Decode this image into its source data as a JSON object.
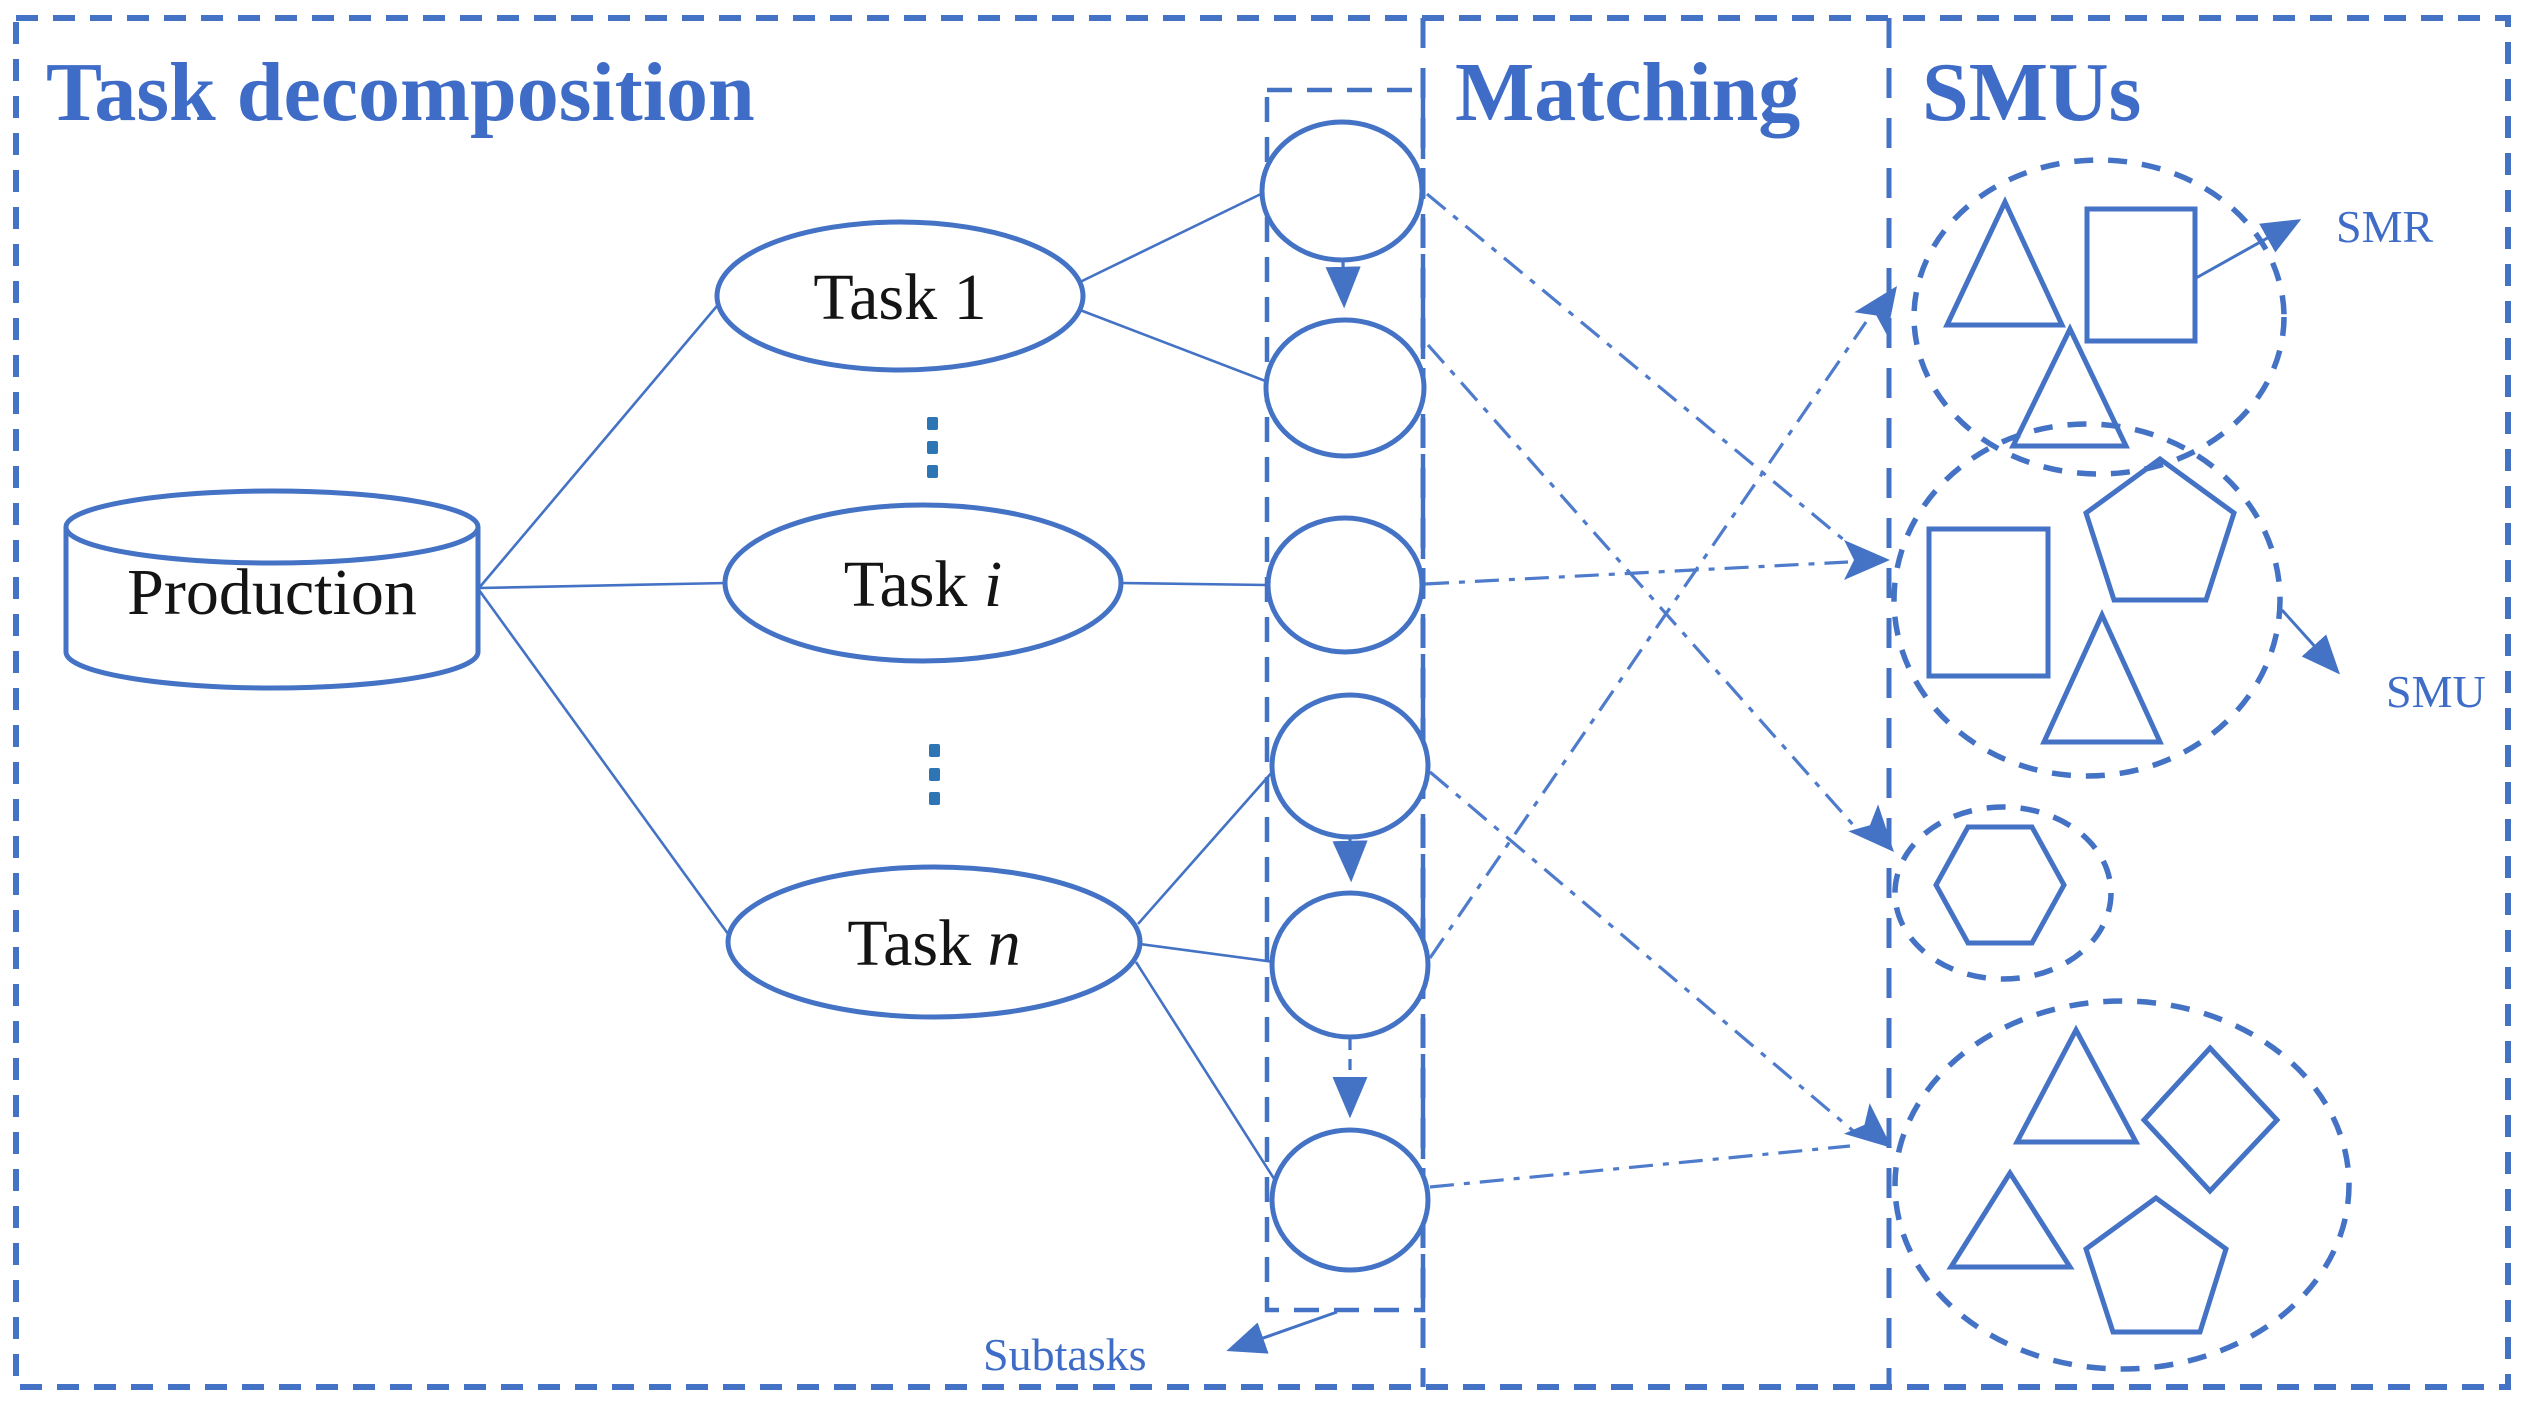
{
  "colors": {
    "accent": "#4472C4",
    "title_text": "#3E6CC7",
    "node_text": "#141414",
    "dots": "#2E75B6",
    "background": "#FFFFFF"
  },
  "sections": {
    "task_decomposition": {
      "title": "Task decomposition"
    },
    "matching": {
      "title": "Matching"
    },
    "smus": {
      "title": "SMUs"
    }
  },
  "production": {
    "label": "Production"
  },
  "tasks": [
    {
      "prefix": "Task ",
      "index": "1",
      "italic_index": false
    },
    {
      "prefix": "Task ",
      "index": "i",
      "italic_index": true
    },
    {
      "prefix": "Task ",
      "index": "n",
      "italic_index": true
    }
  ],
  "subtasks": {
    "label": "Subtasks",
    "circle_count": 6,
    "sequence_arrows": [
      "1-2",
      "4-5",
      "5-6"
    ]
  },
  "labels": {
    "smr": "SMR",
    "smu": "SMU"
  },
  "smu_groups": [
    {
      "id": 1,
      "shapes": [
        "triangle",
        "square",
        "triangle"
      ],
      "callout": "SMR"
    },
    {
      "id": 2,
      "shapes": [
        "square",
        "pentagon",
        "triangle"
      ],
      "callout": "SMU"
    },
    {
      "id": 3,
      "shapes": [
        "hexagon"
      ],
      "callout": null
    },
    {
      "id": 4,
      "shapes": [
        "triangle",
        "diamond",
        "triangle",
        "pentagon"
      ],
      "callout": null
    }
  ],
  "matching_edges": [
    {
      "from_subtask": 1,
      "to_group": 2
    },
    {
      "from_subtask": 2,
      "to_group": 3
    },
    {
      "from_subtask": 3,
      "to_group": 2
    },
    {
      "from_subtask": 4,
      "to_group": 4
    },
    {
      "from_subtask": 5,
      "to_group": 1
    },
    {
      "from_subtask": 6,
      "to_group": 4
    }
  ]
}
